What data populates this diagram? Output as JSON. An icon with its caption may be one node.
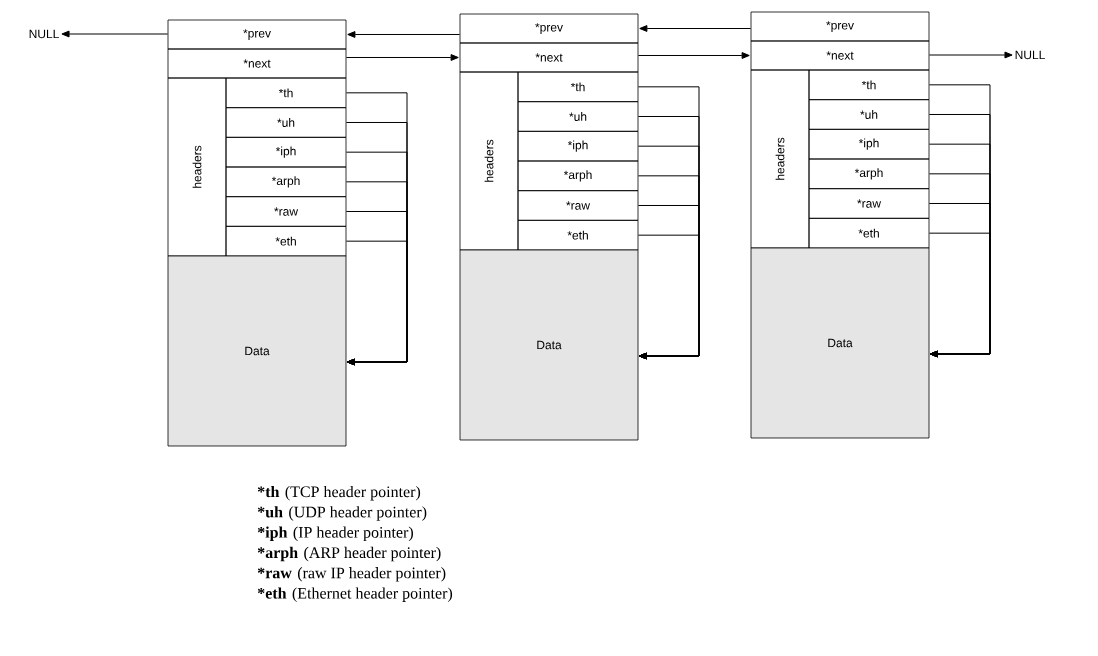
{
  "diagram": {
    "nodes": [
      {
        "text": [
          "NULL"
        ]
      },
      {
        "text": [
          "*prev"
        ]
      },
      {
        "text": [
          "*next"
        ]
      },
      {
        "text": [
          "headers"
        ]
      },
      {
        "text": [
          "*th"
        ]
      },
      {
        "text": [
          "*uh"
        ]
      },
      {
        "text": [
          "*iph"
        ]
      },
      {
        "text": [
          "*arph"
        ]
      },
      {
        "text": [
          "*raw"
        ]
      },
      {
        "text": [
          "*eth"
        ]
      },
      {
        "text": [
          "Data"
        ]
      },
      {
        "text": [
          "*prev"
        ]
      },
      {
        "text": [
          "*next"
        ]
      },
      {
        "text": [
          "headers"
        ]
      },
      {
        "text": [
          "*th"
        ]
      },
      {
        "text": [
          "*uh"
        ]
      },
      {
        "text": [
          "*iph"
        ]
      },
      {
        "text": [
          "*arph"
        ]
      },
      {
        "text": [
          "*raw"
        ]
      },
      {
        "text": [
          "*eth"
        ]
      },
      {
        "text": [
          "Data"
        ]
      },
      {
        "text": [
          "*prev"
        ]
      },
      {
        "text": [
          "*next"
        ]
      },
      {
        "text": [
          "headers"
        ]
      },
      {
        "text": [
          "*th"
        ]
      },
      {
        "text": [
          "*uh"
        ]
      },
      {
        "text": [
          "*iph"
        ]
      },
      {
        "text": [
          "*arph"
        ]
      },
      {
        "text": [
          "*raw"
        ]
      },
      {
        "text": [
          "*eth"
        ]
      },
      {
        "text": [
          "Data"
        ]
      },
      {
        "text": [
          "NULL"
        ]
      }
    ],
    "edges": [
      {
        "from": 1,
        "to": 0,
        "arrow": "to"
      },
      {
        "from": 11,
        "to": 1,
        "arrow": "to"
      },
      {
        "from": 21,
        "to": 11,
        "arrow": "to"
      },
      {
        "from": 2,
        "to": 12,
        "arrow": "to"
      },
      {
        "from": 12,
        "to": 22,
        "arrow": "to"
      },
      {
        "from": 22,
        "to": 31,
        "arrow": "to"
      },
      {
        "from": 4,
        "to": 10,
        "arrow": "to"
      },
      {
        "from": 5,
        "to": 10,
        "arrow": "to"
      },
      {
        "from": 6,
        "to": 10,
        "arrow": "to"
      },
      {
        "from": 7,
        "to": 10,
        "arrow": "to"
      },
      {
        "from": 8,
        "to": 10,
        "arrow": "to"
      },
      {
        "from": 9,
        "to": 10,
        "arrow": "to"
      },
      {
        "from": 14,
        "to": 20,
        "arrow": "to"
      },
      {
        "from": 15,
        "to": 20,
        "arrow": "to"
      },
      {
        "from": 16,
        "to": 20,
        "arrow": "to"
      },
      {
        "from": 17,
        "to": 20,
        "arrow": "to"
      },
      {
        "from": 18,
        "to": 20,
        "arrow": "to"
      },
      {
        "from": 19,
        "to": 20,
        "arrow": "to"
      },
      {
        "from": 24,
        "to": 30,
        "arrow": "to"
      },
      {
        "from": 25,
        "to": 30,
        "arrow": "to"
      },
      {
        "from": 26,
        "to": 30,
        "arrow": "to"
      },
      {
        "from": 27,
        "to": 30,
        "arrow": "to"
      },
      {
        "from": 28,
        "to": 30,
        "arrow": "to"
      },
      {
        "from": 29,
        "to": 30,
        "arrow": "to"
      }
    ],
    "labels": [
      "*th",
      "(TCP header pointer)",
      "*uh",
      "(UDP header pointer)",
      "*iph",
      "(IP header pointer)",
      "*arph",
      "(ARP header pointer)",
      "*raw",
      "(raw IP header pointer)",
      "*eth",
      "(Ethernet header pointer)"
    ]
  }
}
